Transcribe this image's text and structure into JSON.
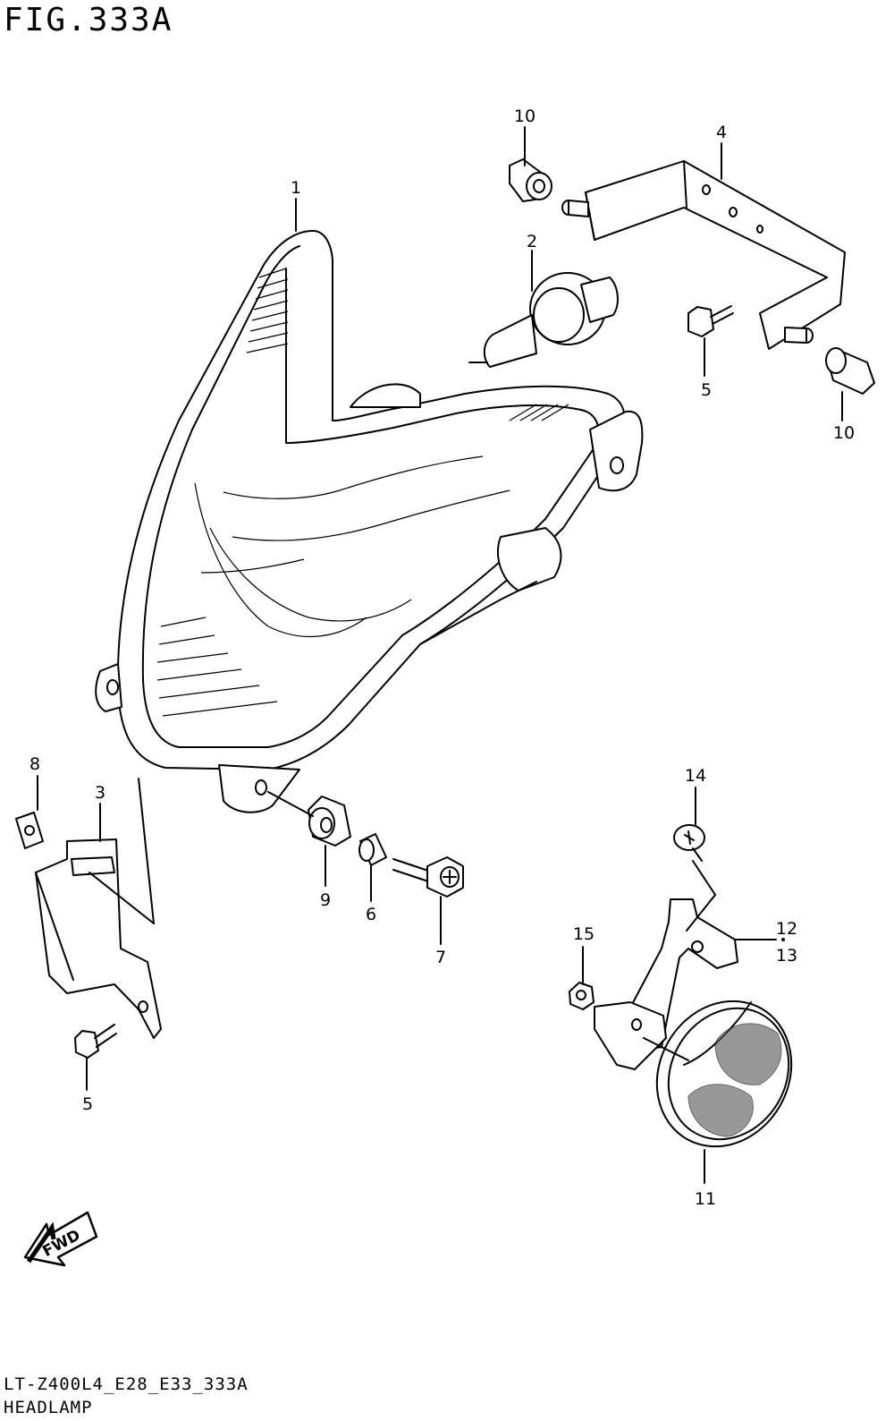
{
  "figure": {
    "title": "FIG.333A",
    "code": "LT-Z400L4_E28_E33_333A",
    "name": "HEADLAMP",
    "fwd_label": "FWD"
  },
  "callouts": [
    {
      "id": "c1",
      "label": "1"
    },
    {
      "id": "c2",
      "label": "2"
    },
    {
      "id": "c3",
      "label": "3"
    },
    {
      "id": "c4",
      "label": "4"
    },
    {
      "id": "c5a",
      "label": "5"
    },
    {
      "id": "c5b",
      "label": "5"
    },
    {
      "id": "c6",
      "label": "6"
    },
    {
      "id": "c7",
      "label": "7"
    },
    {
      "id": "c8",
      "label": "8"
    },
    {
      "id": "c9",
      "label": "9"
    },
    {
      "id": "c10a",
      "label": "10"
    },
    {
      "id": "c10b",
      "label": "10"
    },
    {
      "id": "c11",
      "label": "11"
    },
    {
      "id": "c12",
      "label": "12"
    },
    {
      "id": "c13",
      "label": "13"
    },
    {
      "id": "c14",
      "label": "14"
    },
    {
      "id": "c15",
      "label": "15"
    }
  ]
}
